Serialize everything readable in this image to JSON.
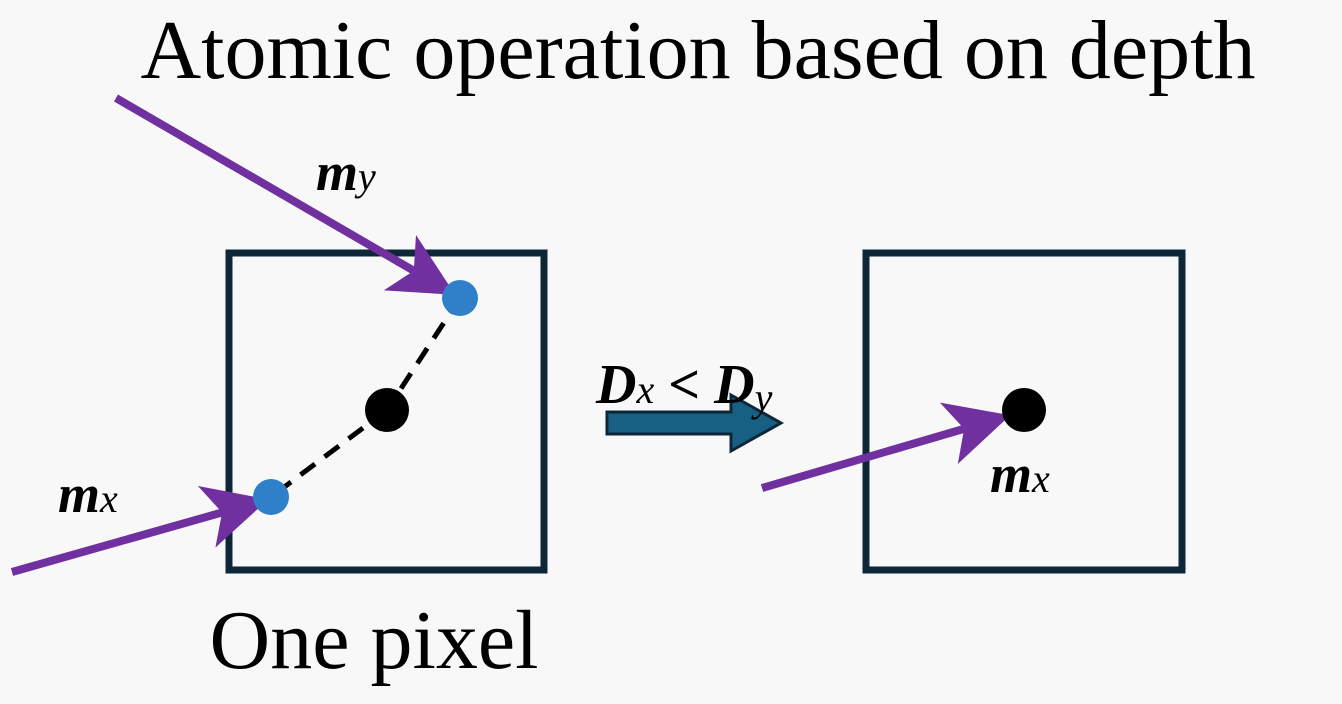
{
  "title": "Atomic operation based on depth",
  "caption": "One pixel",
  "labels": {
    "m_y": {
      "base": "m",
      "sub": "y"
    },
    "m_x_left": {
      "base": "m",
      "sub": "x"
    },
    "m_x_right": {
      "base": "m",
      "sub": "x"
    }
  },
  "condition": {
    "lhs_base": "D",
    "lhs_sub": "x",
    "operator": " < ",
    "rhs_base": "D",
    "rhs_sub": "y"
  },
  "colors": {
    "background": "#f8f8f8",
    "pixel_border": "#0d2738",
    "ray": "#7030a0",
    "sample_point": "#2f80c8",
    "depth_point": "#000000",
    "transition_arrow_fill": "#175f83",
    "transition_arrow_stroke": "#0d2738"
  }
}
